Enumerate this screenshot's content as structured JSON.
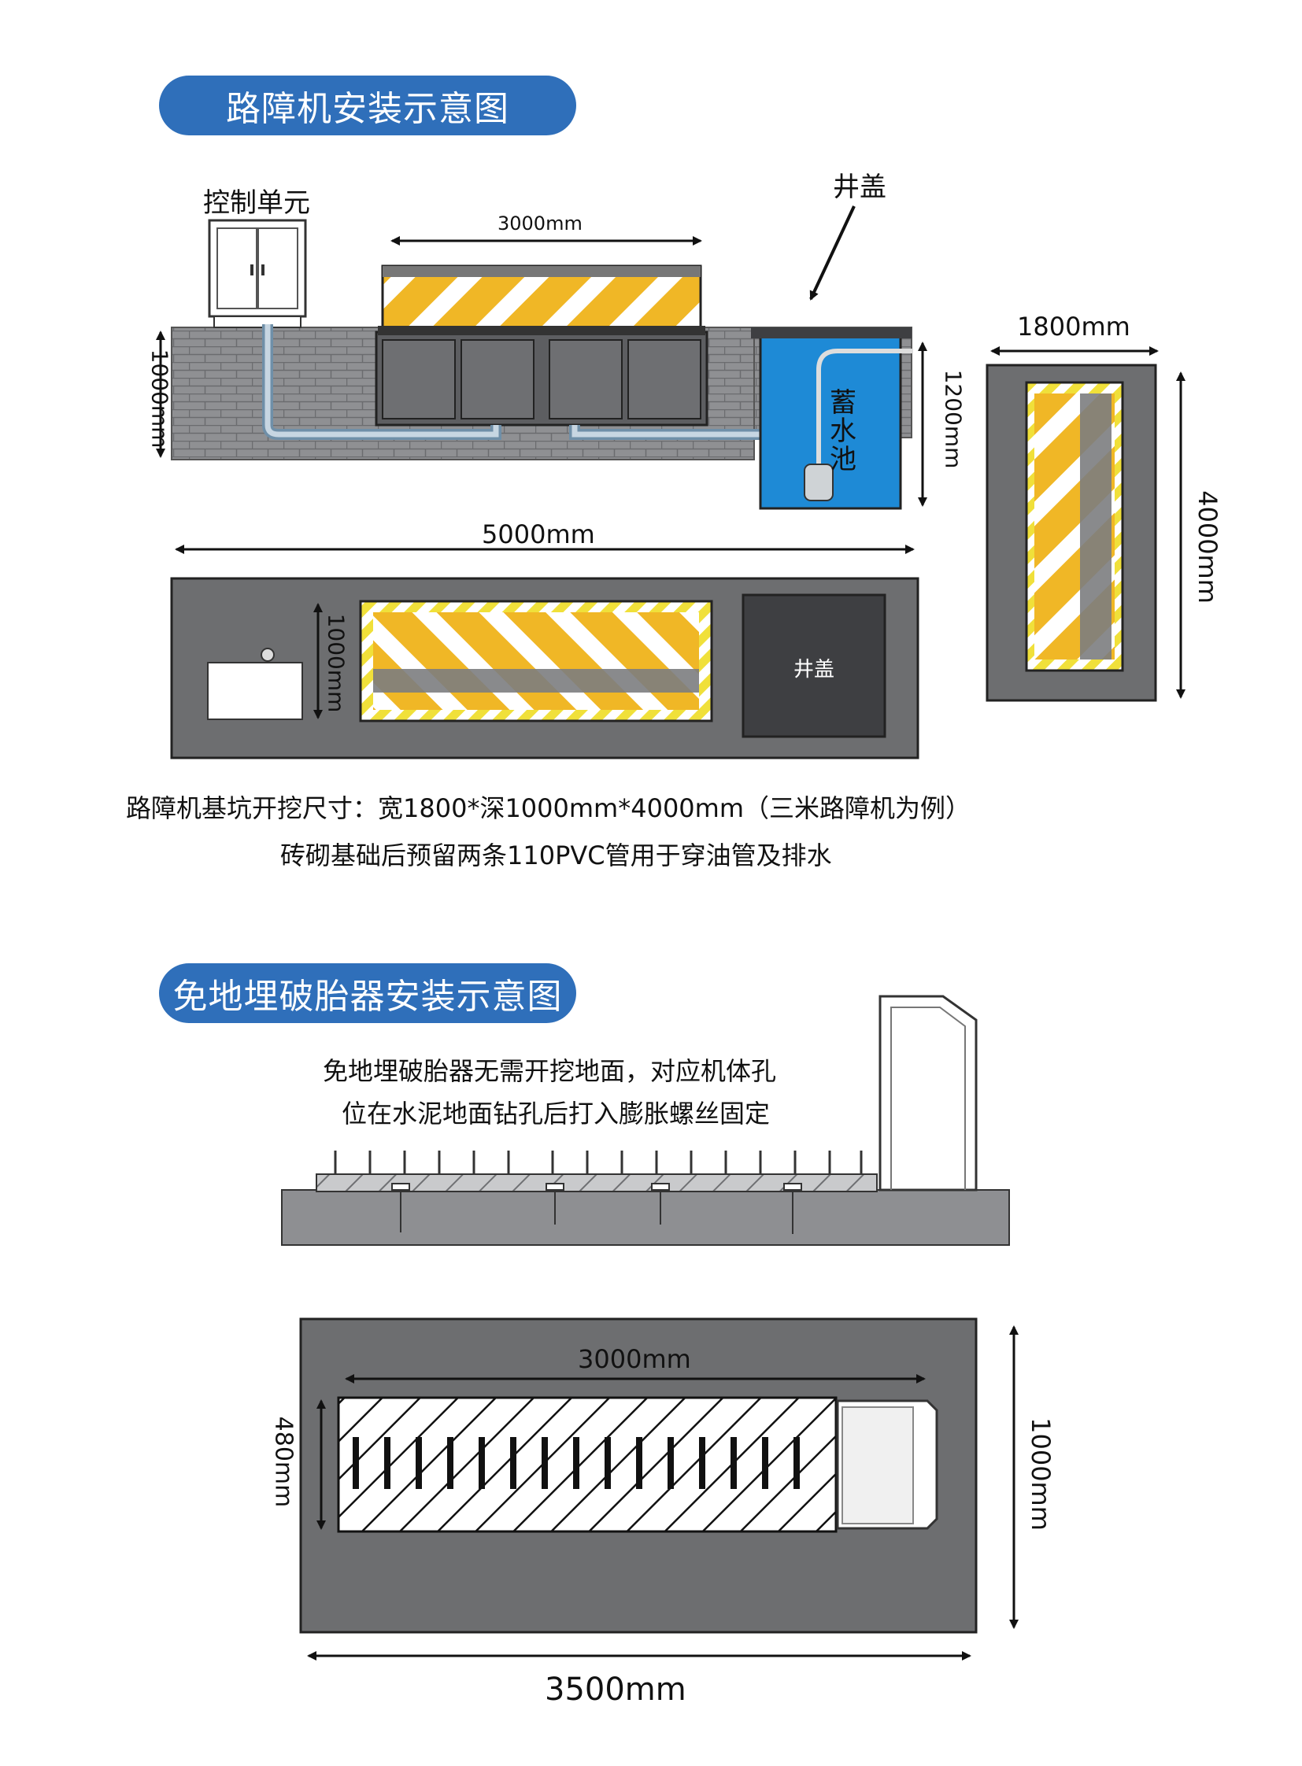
{
  "section1": {
    "title": "路障机安装示意图",
    "labels": {
      "control_unit": "控制单元",
      "well_cover_top": "井盖",
      "reservoir_l1": "蓄",
      "reservoir_l2": "水",
      "reservoir_l3": "池",
      "well_cover_plan": "井盖"
    },
    "dimensions": {
      "width_3000": "3000mm",
      "depth_1000": "1000mm",
      "depth_1200": "1200mm",
      "length_5000": "5000mm",
      "plan_1000": "1000mm",
      "side_1800": "1800mm",
      "side_4000": "4000mm"
    },
    "notes": {
      "line1": "路障机基坑开挖尺寸：宽1800*深1000mm*4000mm（三米路障机为例）",
      "line2": "砖砌基础后预留两条110PVC管用于穿油管及排水"
    }
  },
  "section2": {
    "title": "免地埋破胎器安装示意图",
    "notes": {
      "line1": "免地埋破胎器无需开挖地面，对应机体孔",
      "line2": "位在水泥地面钻孔后打入膨胀螺丝固定"
    },
    "dimensions": {
      "width_3000": "3000mm",
      "height_480": "480mm",
      "height_1000": "1000mm",
      "length_3500": "3500mm"
    }
  },
  "colors": {
    "accent_blue": "#2f6fba",
    "pit_gray": "#6d6e70",
    "dark_gray": "#3e3f42",
    "stripe_yellow": "#f0b726",
    "water_blue": "#1e8ad6"
  }
}
